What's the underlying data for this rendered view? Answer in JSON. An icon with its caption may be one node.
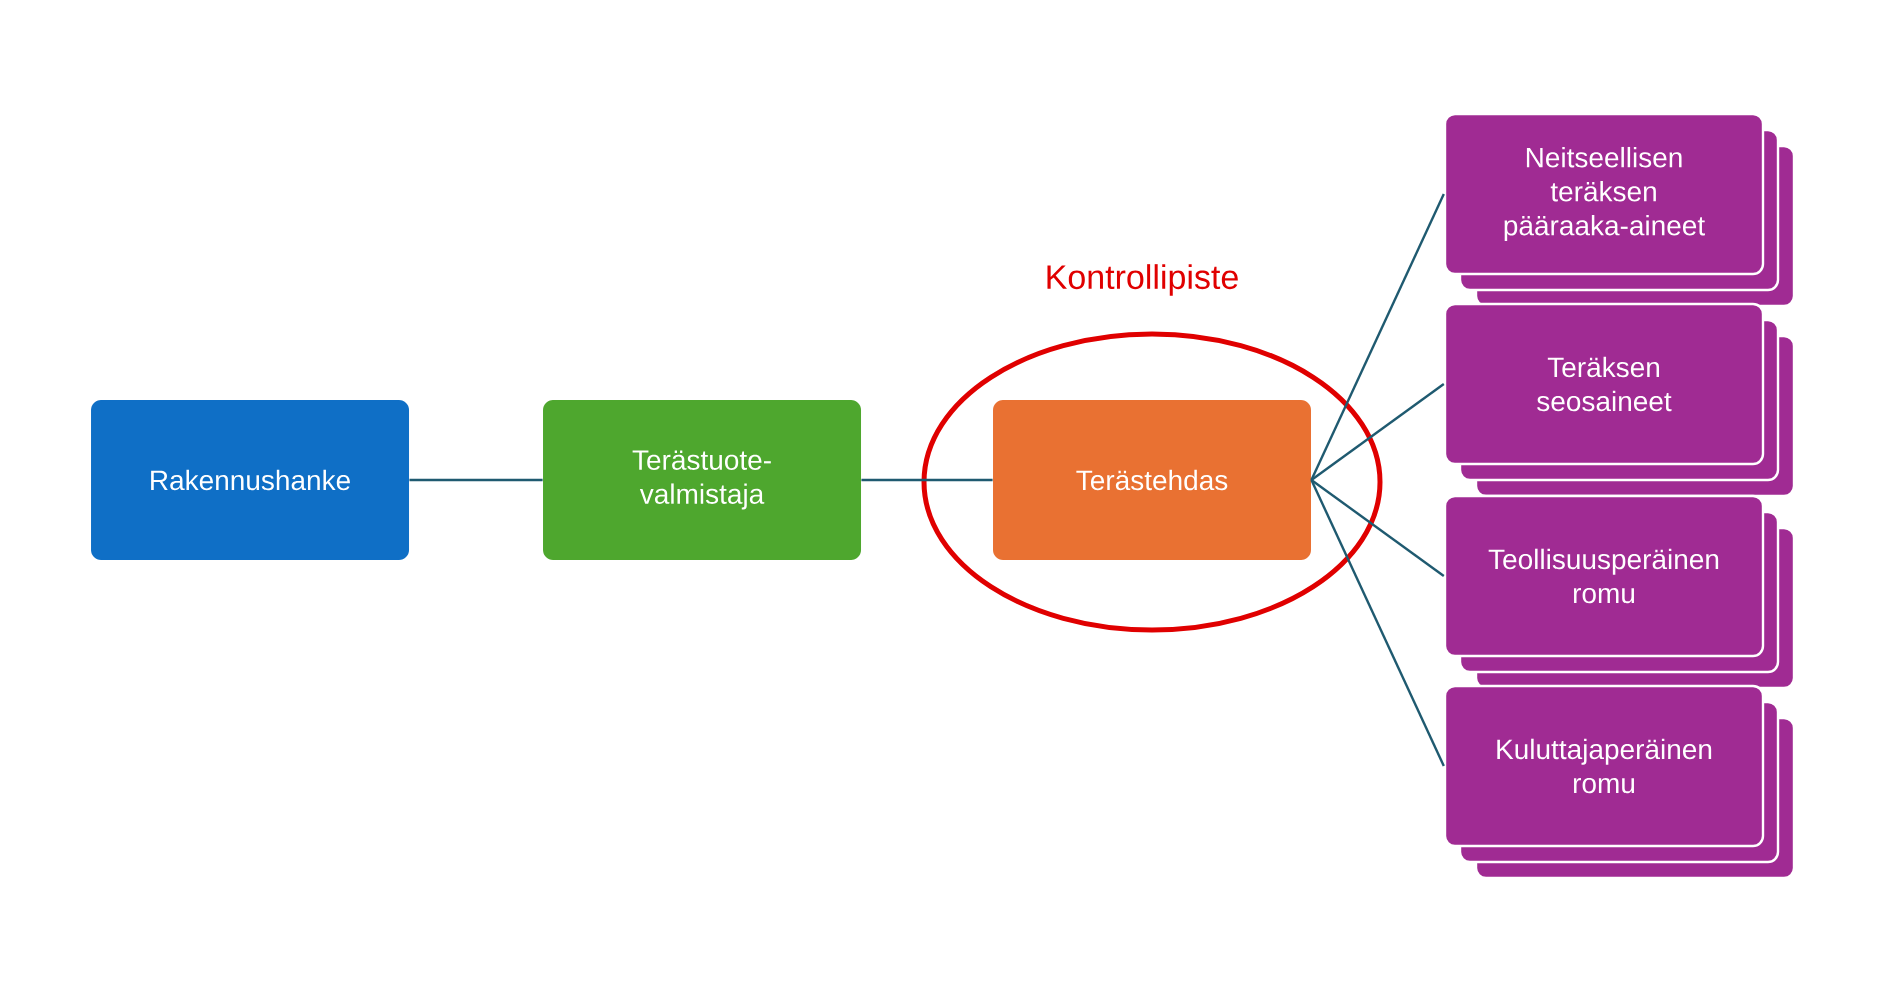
{
  "diagram": {
    "nodes": [
      {
        "text": [
          "Rakennushanke"
        ]
      },
      {
        "text": [
          "Terästuote-valmistaja"
        ]
      },
      {
        "text": [
          "Kontrollipiste"
        ]
      },
      {
        "text": [
          "Terästehdas"
        ],
        "in": 2
      },
      {
        "text": [
          "Neitseellisen teräksen pääraaka-aineet"
        ]
      },
      {
        "text": [
          "Teräksen seosaineet"
        ]
      },
      {
        "text": [
          "Teollisuusperäinen romu"
        ]
      },
      {
        "text": [
          "Kuluttajaperäinen romu"
        ]
      }
    ],
    "edges": [
      {
        "from": 0,
        "to": 1,
        "arrow": "none"
      },
      {
        "from": 1,
        "to": 3,
        "arrow": "none"
      },
      {
        "from": 3,
        "to": 4,
        "arrow": "none"
      },
      {
        "from": 3,
        "to": 5,
        "arrow": "none"
      },
      {
        "from": 3,
        "to": 6,
        "arrow": "none"
      },
      {
        "from": 3,
        "to": 7,
        "arrow": "none"
      }
    ]
  }
}
